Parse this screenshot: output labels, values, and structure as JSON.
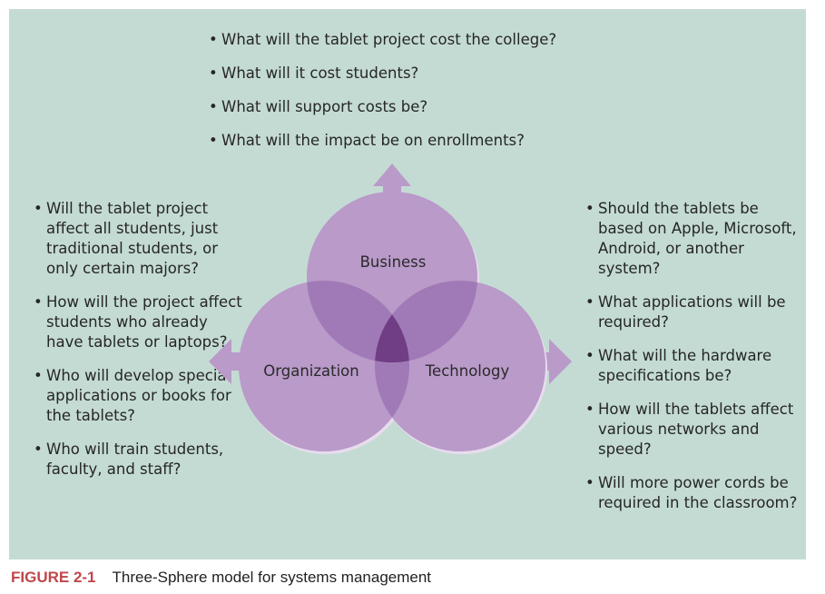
{
  "business_questions": [
    "What will the tablet project cost the college?",
    "What will it cost students?",
    "What will support costs be?",
    "What will the impact be on enrollments?"
  ],
  "organization_questions": [
    "Will the tablet project affect all students, just traditional students, or only certain majors?",
    "How will the project affect students who already have tablets or laptops?",
    "Who will develop special applications or books for the tablets?",
    "Who will train students, faculty, and staff?"
  ],
  "technology_questions": [
    "Should the tablets be based on Apple, Microsoft, Android, or another system?",
    "What applications will be required?",
    "What will the hardware specifications be?",
    "How will the tablets affect various networks and speed?",
    "Will more power cords be required in the classroom?"
  ],
  "spheres": {
    "business": "Business",
    "organization": "Organization",
    "technology": "Technology"
  },
  "caption": {
    "figure": "FIGURE 2-1",
    "text": "Three-Sphere model for systems management"
  },
  "colors": {
    "background": "#c4dbd4",
    "sphere": "#b99ac9",
    "overlap": "#a07ab6",
    "center": "#6f3e85",
    "caption_accent": "#c0464b"
  }
}
